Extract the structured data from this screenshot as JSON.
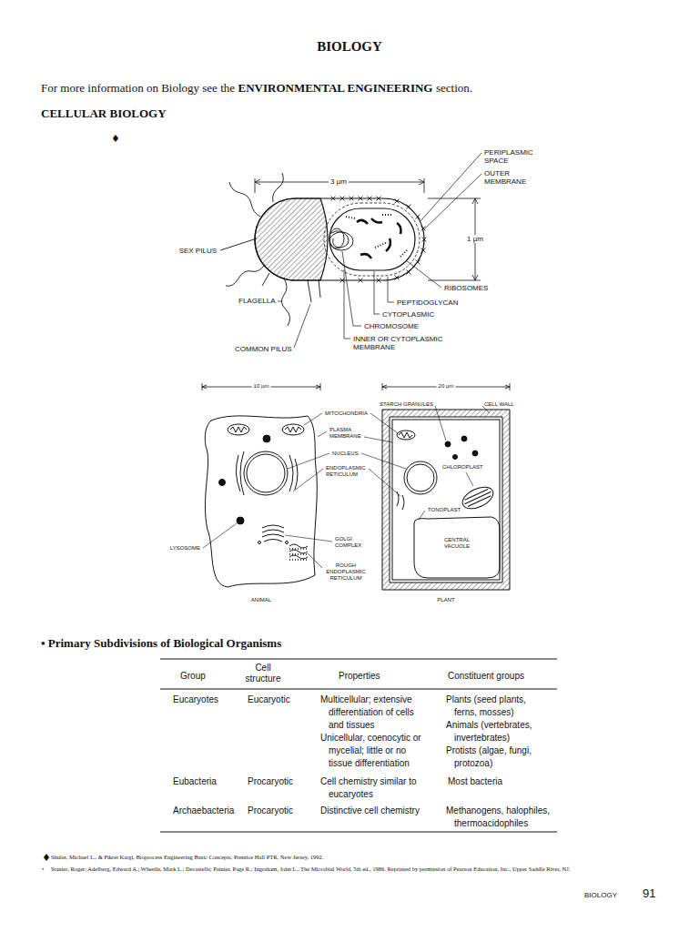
{
  "diagram": {
    "title": "BIOLOGY",
    "labels": [
      "For more information on Biology see the",
      "ENVIRONMENTAL ENGINEERING",
      "section.",
      "CELLULAR BIOLOGY",
      "♦",
      "PERIPLASMIC SPACE",
      "OUTER MEMBRANE",
      "3 µm",
      "1 µm",
      "SEX PILUS",
      "RIBOSOMES",
      "PEPTIDOGLYCAN",
      "FLAGELLA",
      "CYTOPLASMIC",
      "CHROMOSOME",
      "COMMON PILUS",
      "INNER OR CYTOPLASMIC MEMBRANE",
      "10 µm",
      "20 µm",
      "STARCH GRANULES",
      "CELL WALL",
      "MITOCHONDRIA",
      "PLASMA MEMBRANE",
      "NUCLEUS",
      "ENDOPLASMIC RETICULUM",
      "CHLOROPLAST",
      "TONOPLAST",
      "CENTRAL VACUOLE",
      "LYSOSOME",
      "GOLGI COMPLEX",
      "ROUGH ENDOPLASMIC RETICULUM",
      "ANIMAL",
      "PLANT",
      "• Primary Subdivisions of Biological Organisms",
      "Group",
      "Cell structure",
      "Properties",
      "Constituent groups",
      "Eucaryotes",
      "Eucaryotic",
      "Multicellular; extensive differentiation of cells and tissues",
      "Unicellular, coenocytic or mycelial; little or no tissue differentiation",
      "Plants (seed plants, ferns, mosses)",
      "Animals (vertebrates, invertebrates)",
      "Protists (algae, fungi, protozoa)",
      "Eubacteria",
      "Procaryotic",
      "Cell chemistry similar to eucaryotes",
      "Most bacteria",
      "Archaebacteria",
      "Procaryotic",
      "Distinctive cell chemistry",
      "Methanogens, halophiles, thermoacidophiles",
      "♦",
      "Shuler, Michael L., & Fikret Kargi, Bioprocess Engineering Basic Concepts, Prentice Hall PTR, New Jersey, 1992.",
      "•",
      "Stanier, Roger; Adelberg, Edward A.; Wheelis, Mark L.; Decastells; Painter, Page R.; Ingraham, John L., The Microbial World, 5th ed., 1986. Reprinted by permission of Pearson Education, Inc., Upper Saddle River, NJ.",
      "BIOLOGY",
      "91"
    ]
  }
}
